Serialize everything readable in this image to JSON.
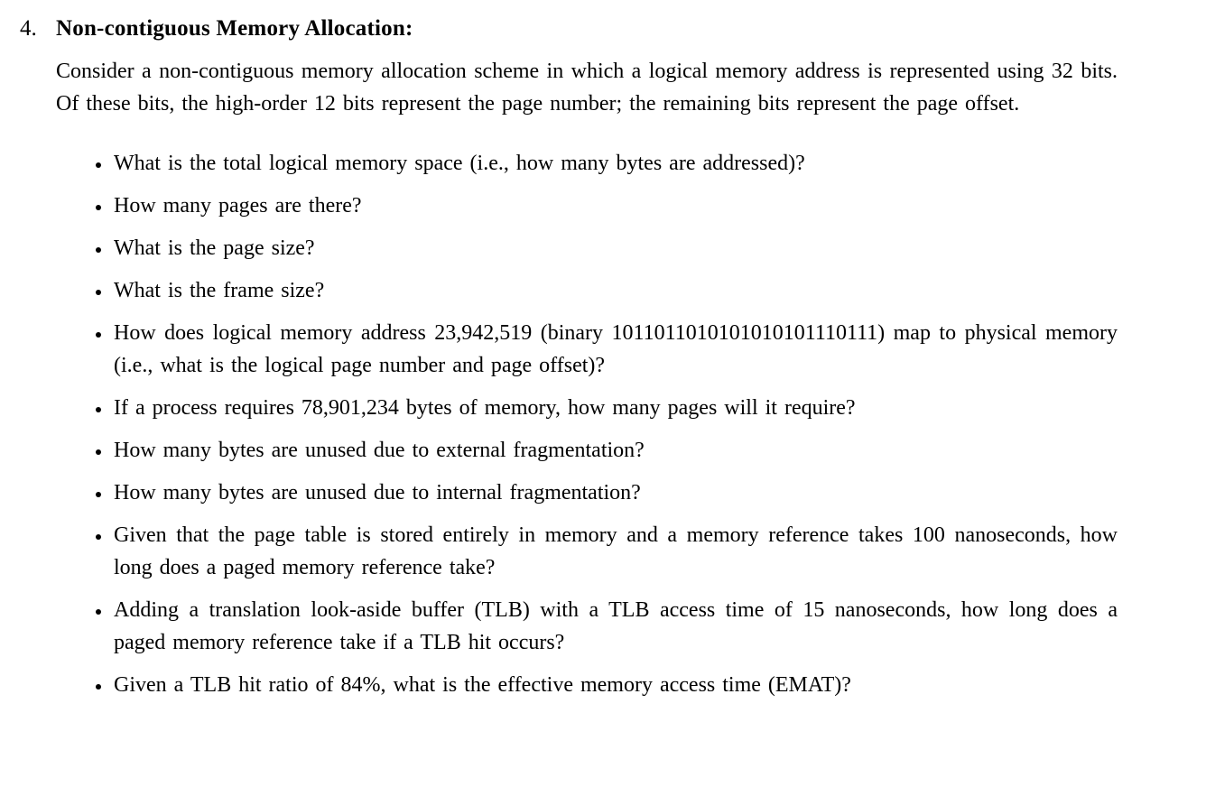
{
  "document": {
    "item_number": "4.",
    "heading": "Non-contiguous Memory Allocation:",
    "intro": "Consider a non-contiguous memory allocation scheme in which a logical memory address is represented using 32 bits. Of these bits, the high-order 12 bits represent the page number; the remaining bits represent the page offset.",
    "bullets": [
      "What is the total logical memory space (i.e., how many bytes are addressed)?",
      "How many pages are there?",
      "What is the page size?",
      "What is the frame size?",
      "How does logical memory address 23,942,519 (binary 1011011010101010101110111) map to physical memory (i.e., what is the logical page number and page offset)?",
      "If a process requires 78,901,234 bytes of memory, how many pages will it require?",
      "How many bytes are unused due to external fragmentation?",
      "How many bytes are unused due to internal fragmentation?",
      "Given that the page table is stored entirely in memory and a memory reference takes 100 nanoseconds, how long does a paged memory reference take?",
      "Adding a translation look-aside buffer (TLB) with a TLB access time of 15 nanoseconds, how long does a paged memory reference take if a TLB hit occurs?",
      "Given a TLB hit ratio of 84%, what is the effective memory access time (EMAT)?"
    ]
  }
}
